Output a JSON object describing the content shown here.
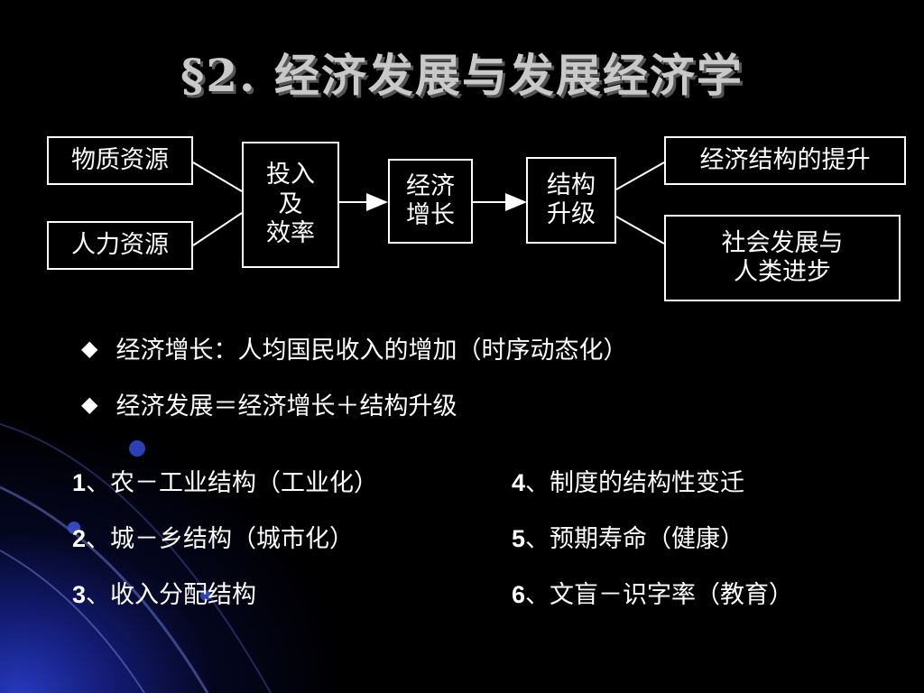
{
  "title": "§2.   经济发展与发展经济学",
  "diagram": {
    "material": "物质资源",
    "human": "人力资源",
    "input": "投入\n及\n效率",
    "growth": "经济\n增长",
    "structure": "结构\n升级",
    "econ_structure": "经济结构的提升",
    "social": "社会发展与\n人类进步"
  },
  "bullets": [
    "经济增长：人均国民收入的增加（时序动态化）",
    "经济发展＝经济增长＋结构升级"
  ],
  "list": [
    {
      "num": "1",
      "text": "、农－工业结构（工业化）"
    },
    {
      "num": "2",
      "text": "、城－乡结构（城市化）"
    },
    {
      "num": "3",
      "text": "、收入分配结构"
    },
    {
      "num": "4",
      "text": "、制度的结构性变迁"
    },
    {
      "num": "5",
      "text": "、预期寿命（健康）"
    },
    {
      "num": "6",
      "text": "、文盲－识字率（教育）"
    }
  ],
  "colors": {
    "background": "#000000",
    "title": "#c9c9c9",
    "text": "#ffffff",
    "accent": "#2838c8"
  },
  "icons": {
    "bullet": "diamond-icon"
  }
}
